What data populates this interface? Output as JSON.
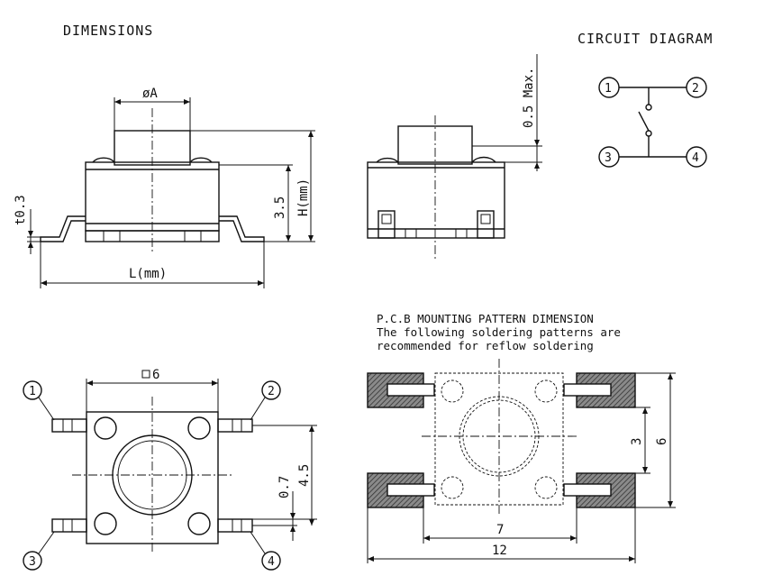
{
  "headings": {
    "dimensions": "DIMENSIONS",
    "circuit": "CIRCUIT DIAGRAM",
    "pcb_title": "P.C.B MOUNTING PATTERN DIMENSION",
    "pcb_note_1": "The following soldering patterns are",
    "pcb_note_2": "recommended for reflow soldering"
  },
  "dims": {
    "phi_a": "øA",
    "t": "t0.3",
    "d35": "3.5",
    "h": "H(mm)",
    "l": "L(mm)",
    "max": "0.5 Max.",
    "sq6": "6",
    "d07": "0.7",
    "d45": "4.5",
    "p3": "3",
    "p6": "6",
    "p7": "7",
    "p12": "12"
  },
  "pins": {
    "p1": "1",
    "p2": "2",
    "p3": "3",
    "p4": "4"
  }
}
